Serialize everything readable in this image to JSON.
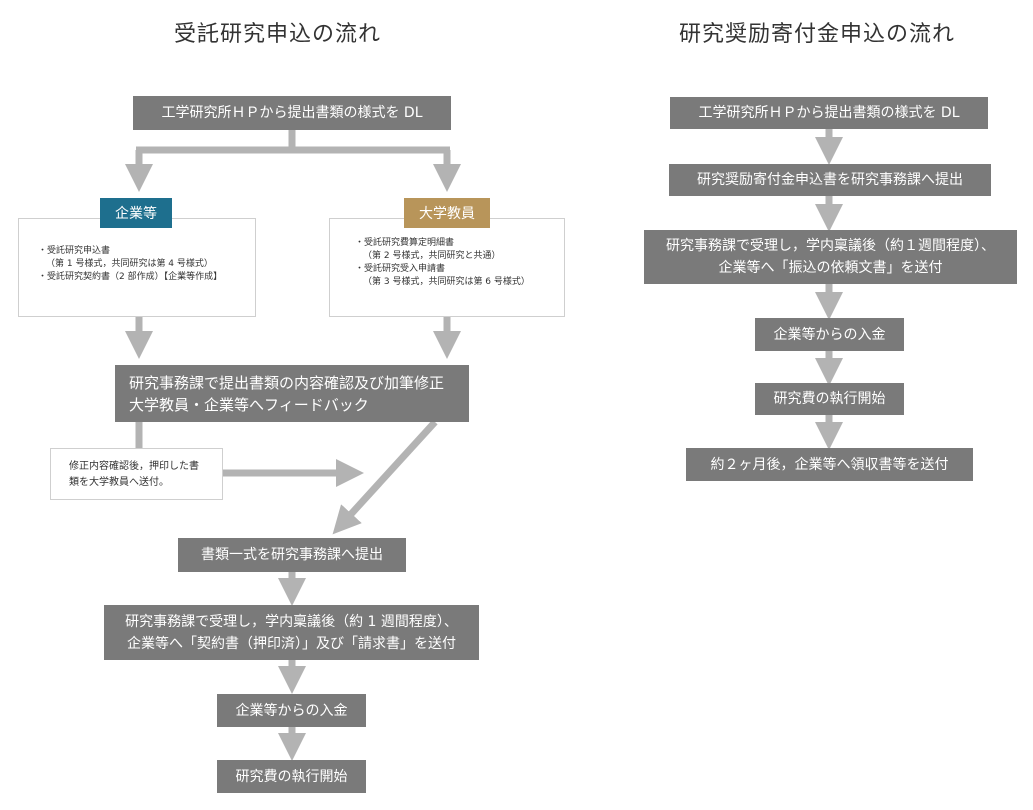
{
  "left": {
    "title": "受託研究申込の流れ",
    "step_dl": "工学研究所ＨＰから提出書類の様式を DL",
    "company": {
      "tag": "企業等",
      "tag_color": "#1e6f8e",
      "lines": [
        "・受託研究申込書",
        "（第 1 号様式，共同研究は第 4 号様式）",
        "・受託研究契約書（2 部作成）【企業等作成】"
      ]
    },
    "faculty": {
      "tag": "大学教員",
      "tag_color": "#b8955a",
      "lines": [
        "・受託研究費算定明細書",
        "（第 2 号様式，共同研究と共通）",
        "・受託研究受入申請書",
        "（第 3 号様式，共同研究は第 6 号様式）"
      ]
    },
    "review": [
      "研究事務課で提出書類の内容確認及び加筆修正",
      "大学教員・企業等へフィードバック"
    ],
    "note": [
      "修正内容確認後，押印した書",
      "類を大学教員へ送付。"
    ],
    "submit_all": "書類一式を研究事務課へ提出",
    "accept": [
      "研究事務課で受理し，学内稟議後（約 1 週間程度）、",
      "企業等へ「契約書（押印済）」及び「請求書」を送付"
    ],
    "payment": "企業等からの入金",
    "start": "研究費の執行開始"
  },
  "right": {
    "title": "研究奨励寄付金申込の流れ",
    "step_dl": "工学研究所ＨＰから提出書類の様式を DL",
    "apply": "研究奨励寄付金申込書を研究事務課へ提出",
    "accept": [
      "研究事務課で受理し，学内稟議後（約１週間程度）、",
      "企業等へ「振込の依頼文書」を送付"
    ],
    "payment": "企業等からの入金",
    "start": "研究費の執行開始",
    "receipt": "約２ヶ月後，企業等へ領収書等を送付"
  },
  "colors": {
    "step_box": "#7a7a7a",
    "arrow": "#b3b3b3"
  }
}
